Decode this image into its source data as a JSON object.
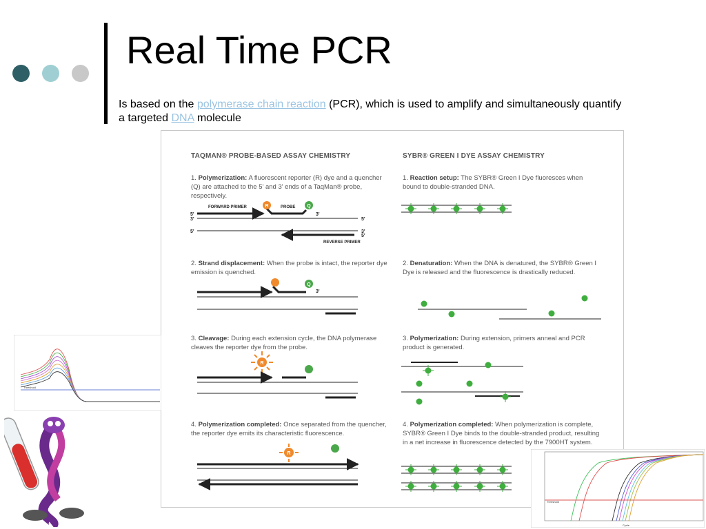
{
  "slide": {
    "title": "Real Time PCR",
    "body_prefix": "Is based on the ",
    "link1": "polymerase chain reaction",
    "body_middle": " (PCR), which is used to amplify and simultaneously quantify a targeted ",
    "link2": "DNA",
    "body_suffix": " molecule",
    "dot_colors": [
      "#2e5f66",
      "#9fcfd3",
      "#c8c8c8"
    ]
  },
  "figure": {
    "taqman_heading": "TAQMAN® PROBE-BASED ASSAY CHEMISTRY",
    "sybr_heading": "SYBR® GREEN I DYE ASSAY CHEMISTRY",
    "taqman_steps": [
      {
        "num": "1.",
        "bold": "Polymerization:",
        "text": " A fluorescent reporter (R) dye and a quencher (Q) are attached to the 5' and 3' ends of a TaqMan® probe, respectively."
      },
      {
        "num": "2.",
        "bold": "Strand displacement:",
        "text": " When the probe is intact, the reporter dye emission is quenched."
      },
      {
        "num": "3.",
        "bold": "Cleavage:",
        "text": " During each extension cycle, the DNA polymerase cleaves the reporter dye from the probe."
      },
      {
        "num": "4.",
        "bold": "Polymerization completed:",
        "text": " Once separated from the quencher, the reporter dye emits its characteristic fluorescence."
      }
    ],
    "sybr_steps": [
      {
        "num": "1.",
        "bold": "Reaction setup:",
        "text": " The SYBR® Green I Dye fluoresces when bound to double-stranded DNA."
      },
      {
        "num": "2.",
        "bold": "Denaturation:",
        "text": " When the DNA is denatured, the SYBR® Green I Dye is released and the fluorescence is drastically reduced."
      },
      {
        "num": "3.",
        "bold": "Polymerization:",
        "text": " During extension, primers anneal and PCR product is generated."
      },
      {
        "num": "4.",
        "bold": "Polymerization completed:",
        "text": " When polymerization is complete, SYBR® Green I Dye binds to the double-stranded product, resulting in a net increase in fluorescence detected by the 7900HT system."
      }
    ],
    "labels": {
      "forward_primer": "FORWARD PRIMER",
      "probe": "PROBE",
      "reverse_primer": "REVERSE PRIMER",
      "five_prime": "5'",
      "three_prime": "3'",
      "reporter": "R",
      "quencher": "Q"
    },
    "colors": {
      "reporter": "#f08a2c",
      "quencher": "#4aa84a",
      "sybr": "#3fae3f",
      "strand": "#222222"
    }
  },
  "charts": {
    "melt_threshold_label": "Threshold",
    "amp_threshold_label": "Threshold",
    "amp_xlabel": "Cycle"
  }
}
